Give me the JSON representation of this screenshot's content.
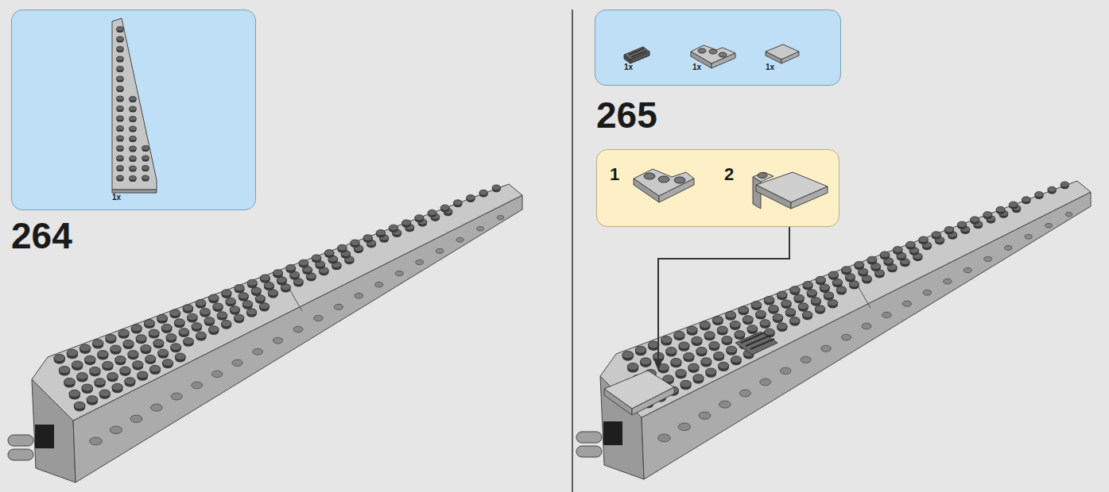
{
  "diagram": {
    "nodes": [
      {
        "text": [
          "1x"
        ]
      },
      {
        "text": [
          "1x",
          "1x",
          "1x"
        ]
      },
      {
        "text": [
          "1",
          "2"
        ]
      }
    ],
    "labels": [
      "264",
      "265"
    ]
  }
}
